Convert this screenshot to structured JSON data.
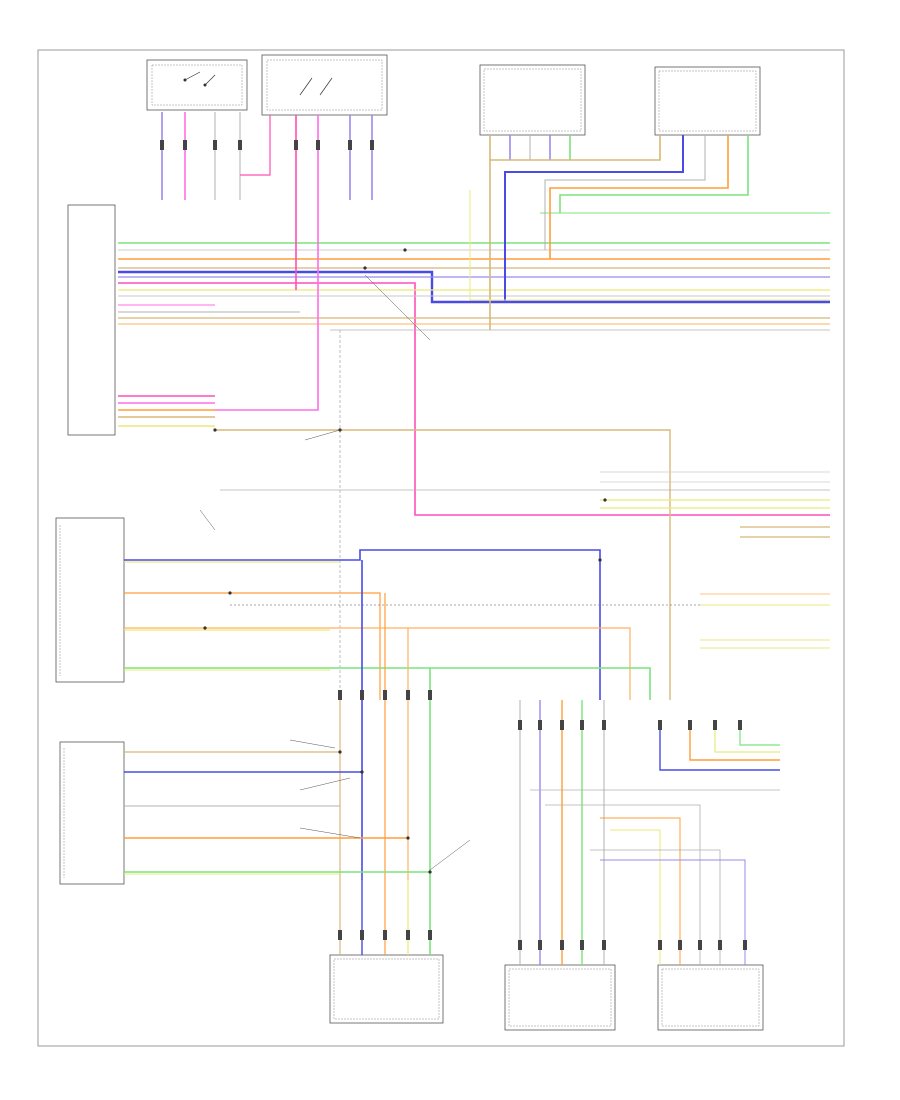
{
  "footer_code": "",
  "colors": {
    "green": "#7be37b",
    "pink": "#ff4fb8",
    "magenta": "#ff6ee6",
    "blue": "#4a4ae8",
    "violet": "#9a8af0",
    "orange": "#ff9d3a",
    "tan": "#d8b878",
    "yellow": "#eaea7a",
    "grey": "#b0b0b0",
    "lightblue": "#9ad8ff",
    "black": "#222222"
  },
  "components": [
    {
      "id": "switch-left",
      "label": ""
    },
    {
      "id": "switch-right",
      "label": ""
    },
    {
      "id": "rear-lamp-left",
      "label": ""
    },
    {
      "id": "rear-lamp-right",
      "label": ""
    },
    {
      "id": "module-left",
      "label": ""
    },
    {
      "id": "front-lamp-left",
      "label": ""
    },
    {
      "id": "rear-lamp-lower-left",
      "label": ""
    },
    {
      "id": "tail-lamp-center",
      "label": ""
    },
    {
      "id": "tail-lamp-left",
      "label": ""
    },
    {
      "id": "tail-lamp-right",
      "label": ""
    }
  ]
}
